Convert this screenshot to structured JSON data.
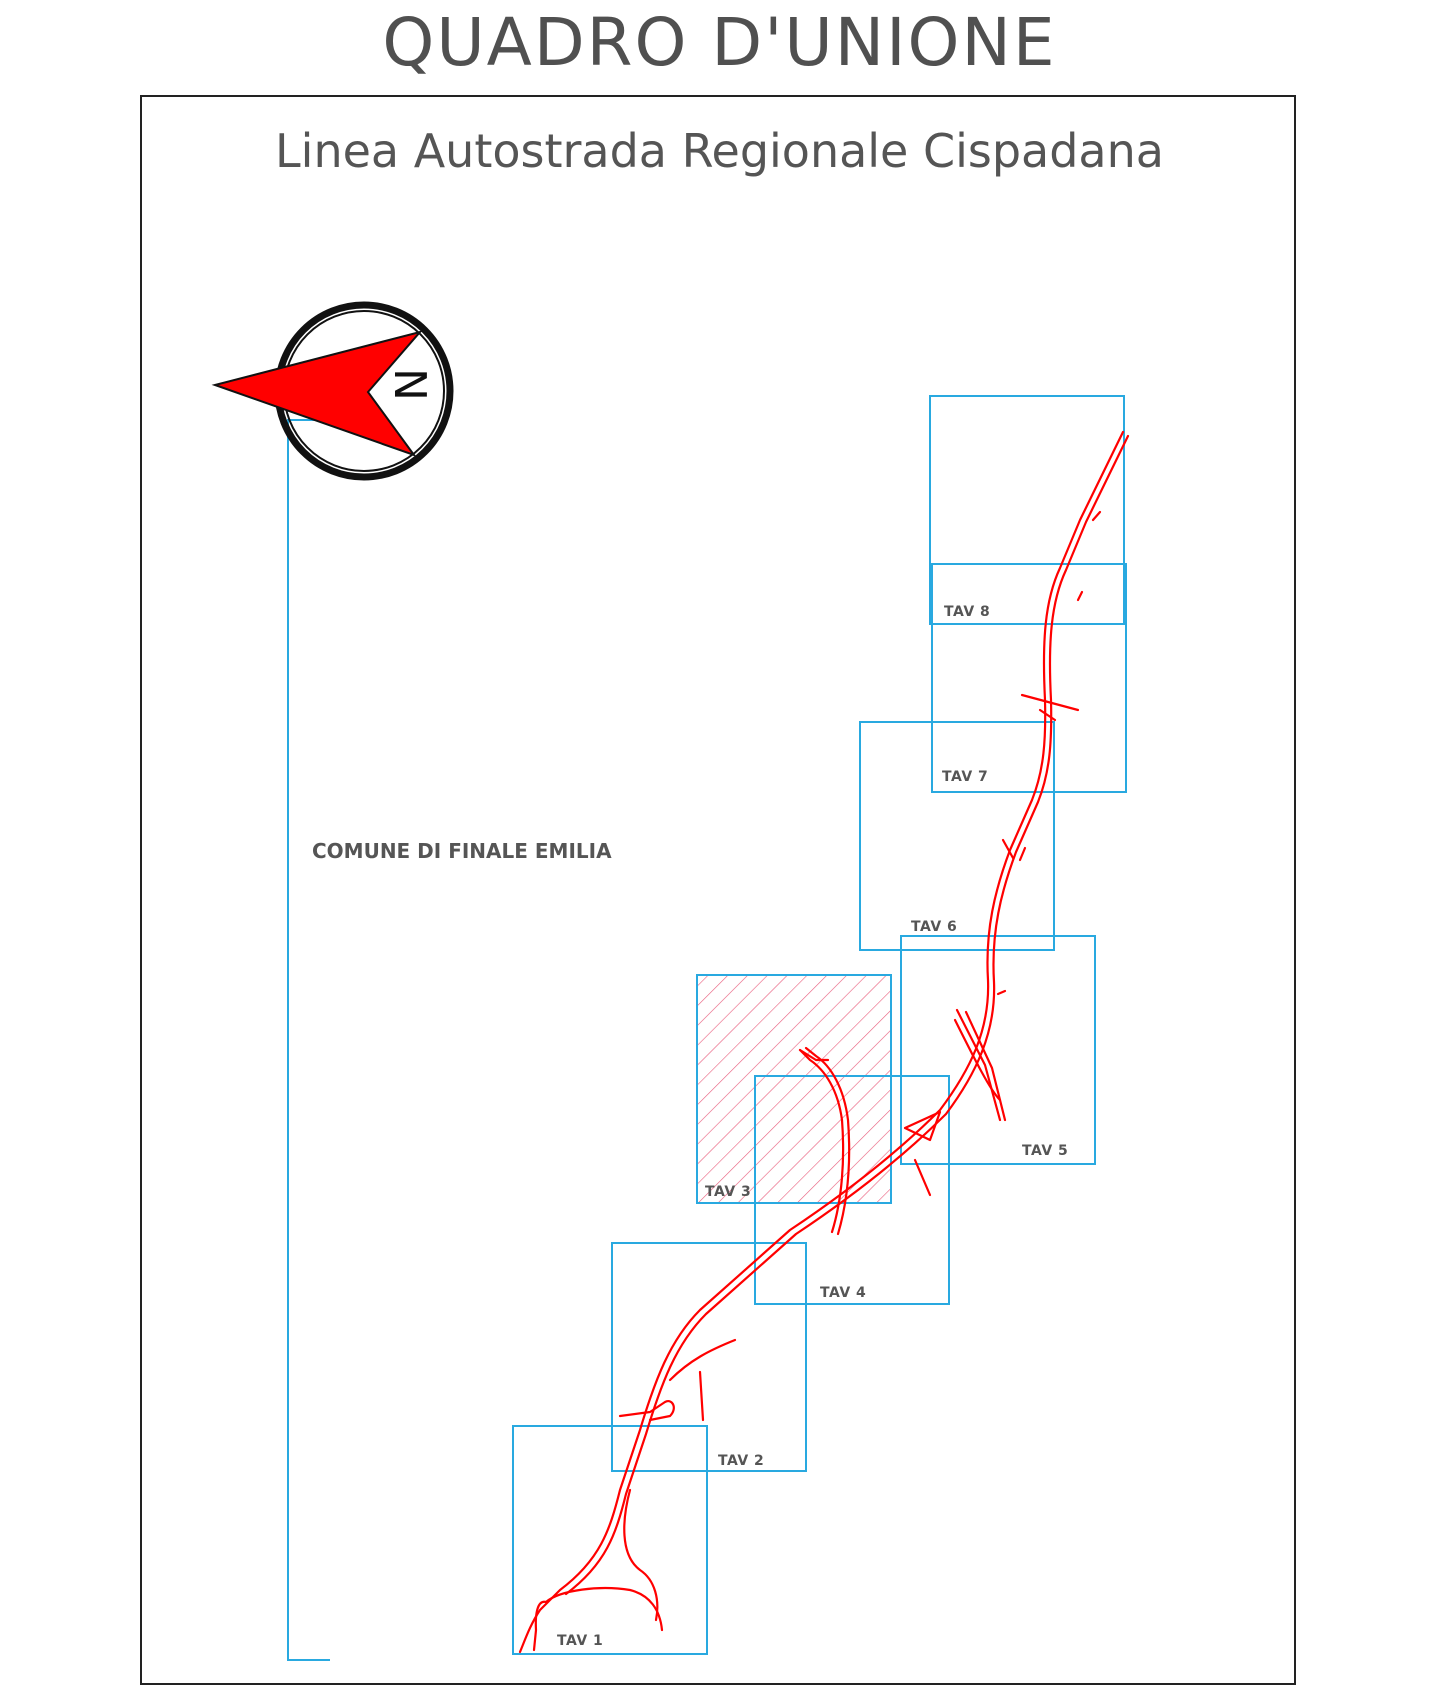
{
  "header": {
    "title": "QUADRO D'UNIONE",
    "subtitle": "Linea Autostrada Regionale Cispadana"
  },
  "compass": {
    "letter": "N",
    "arrow_color": "#ff0000",
    "ring_color": "#111111"
  },
  "map": {
    "area_label": "COMUNE DI FINALE EMILIA",
    "sheets": [
      {
        "label": "TAV 1"
      },
      {
        "label": "TAV 2"
      },
      {
        "label": "TAV 3",
        "highlighted": true
      },
      {
        "label": "TAV 4"
      },
      {
        "label": "TAV 5"
      },
      {
        "label": "TAV 6"
      },
      {
        "label": "TAV 7"
      },
      {
        "label": "TAV 8"
      }
    ],
    "sheet_color": "#29a9e0",
    "route_color": "#ff0000",
    "highlight_color": "#e85a7a"
  }
}
